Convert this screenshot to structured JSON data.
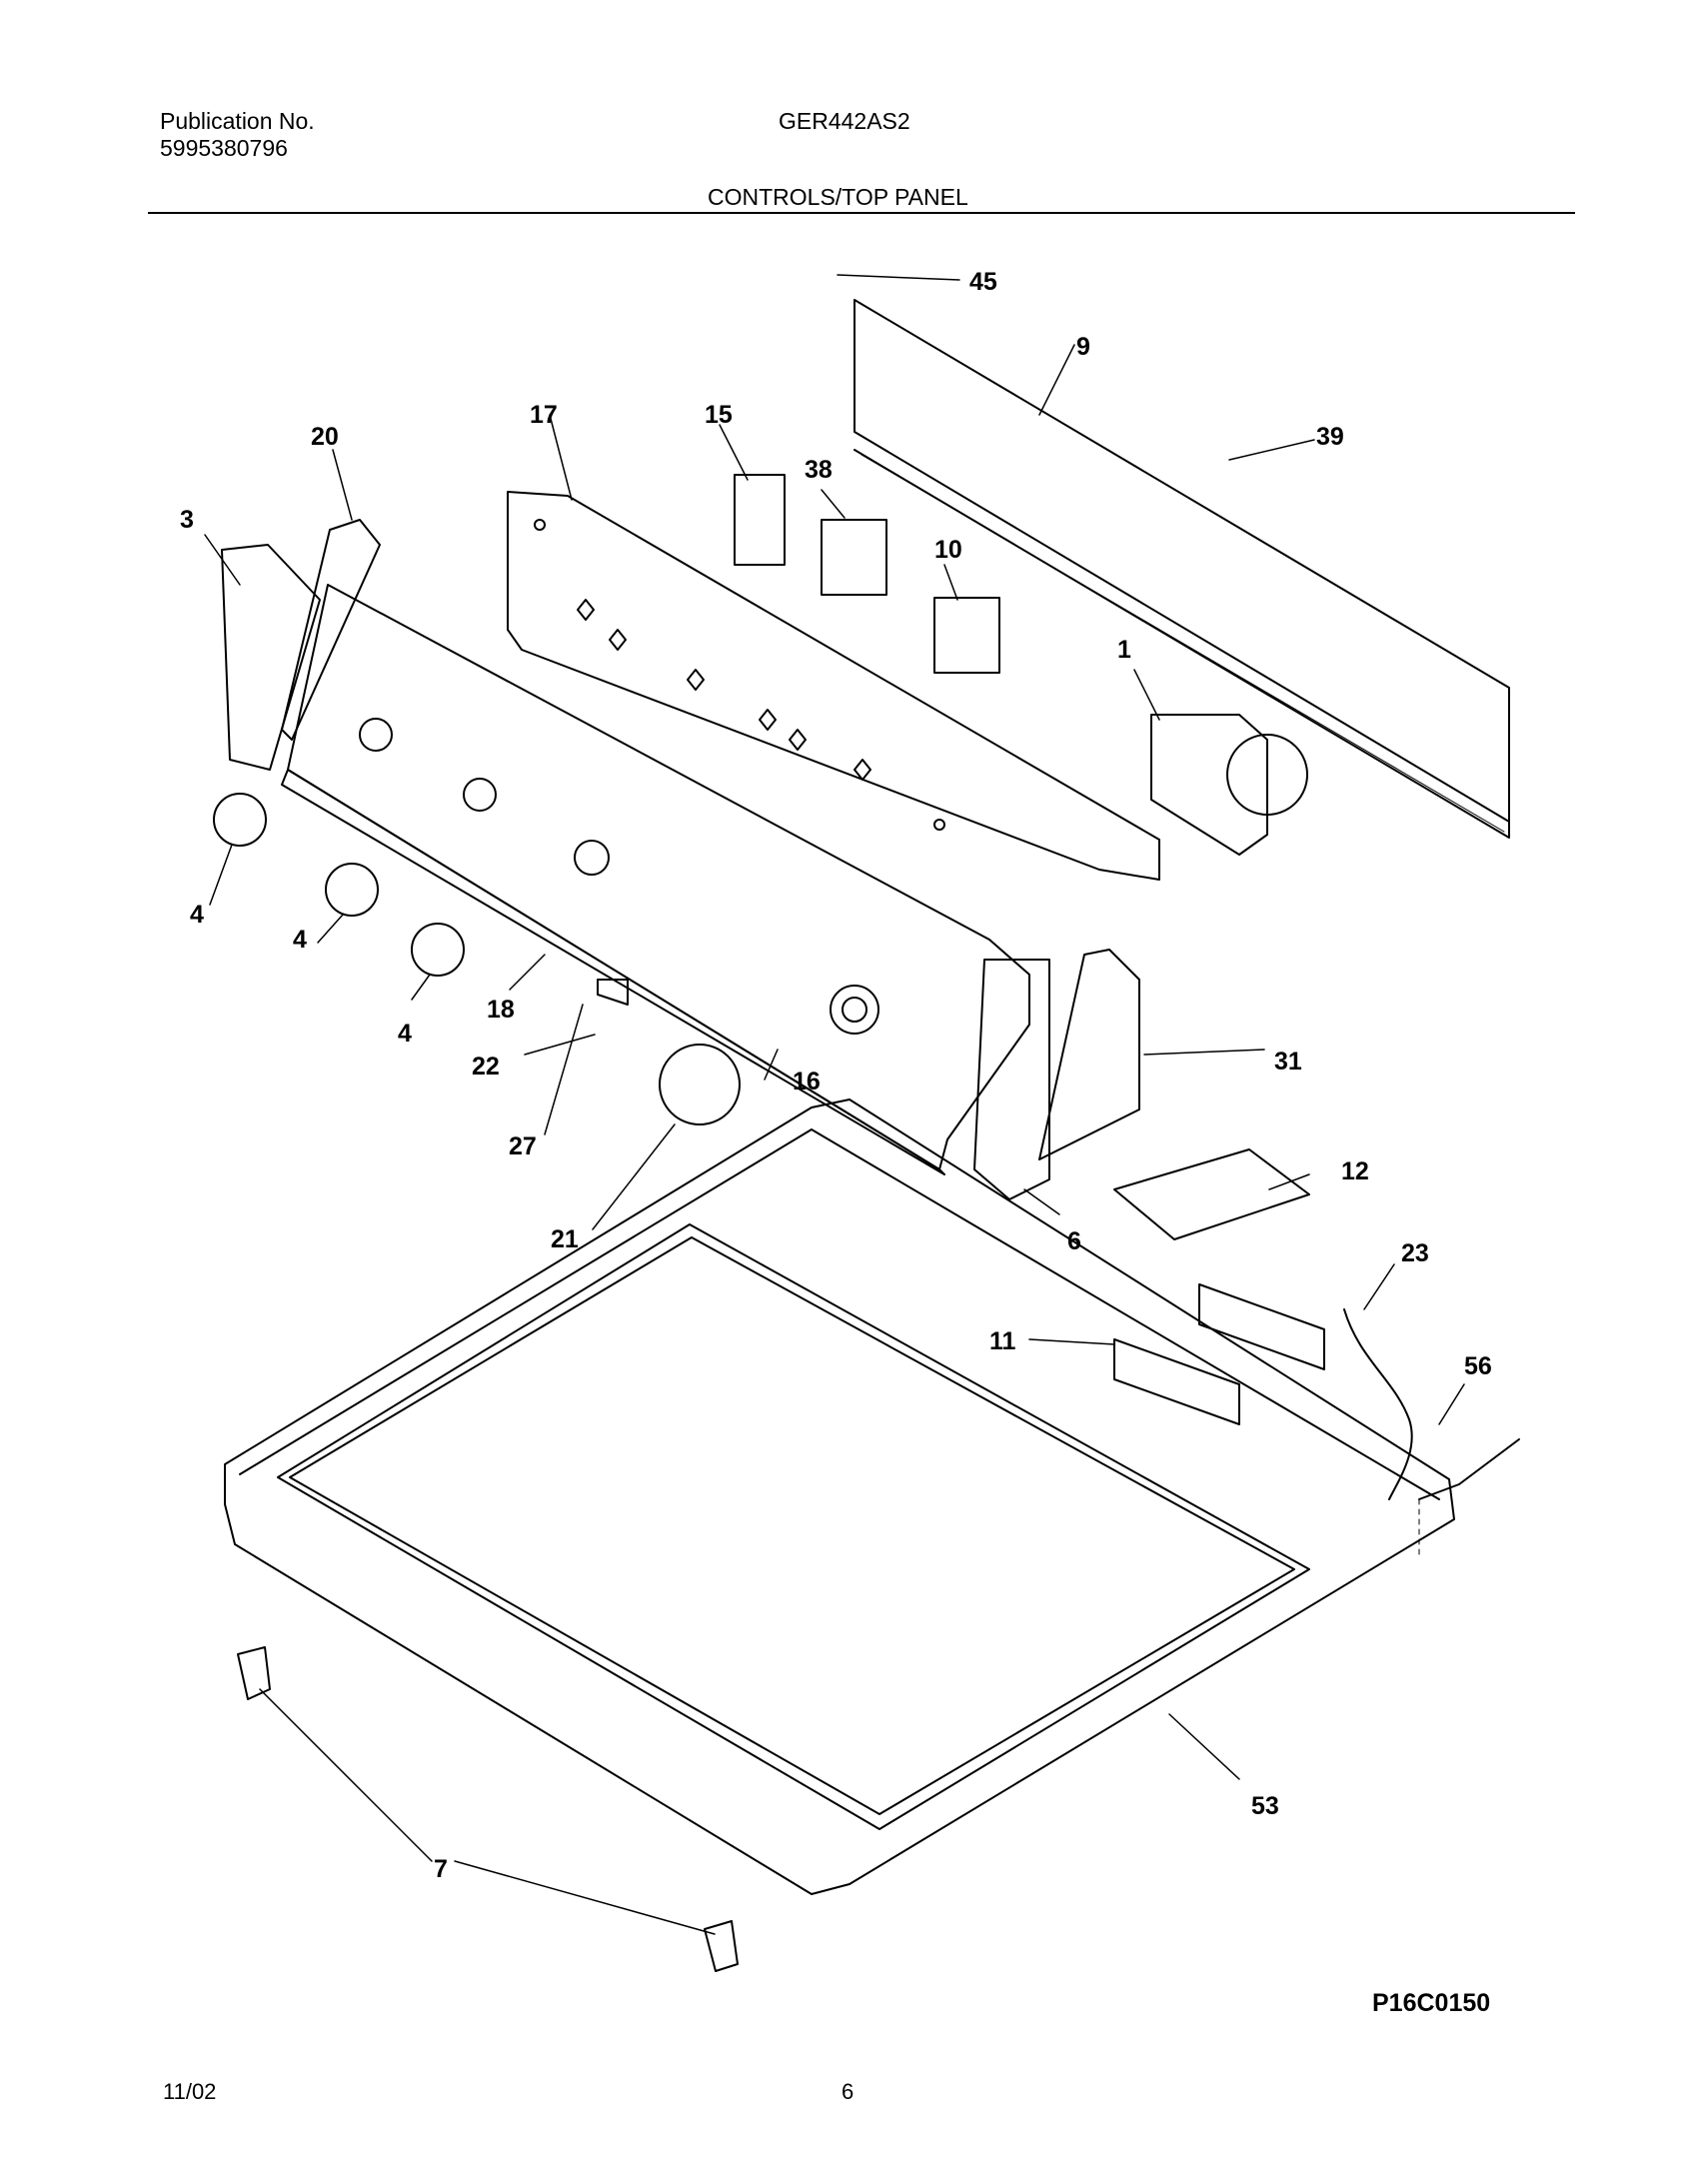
{
  "header": {
    "publication_label": "Publication No.",
    "publication_number": "5995380796",
    "model": "GER442AS2",
    "section_title": "CONTROLS/TOP PANEL"
  },
  "diagram": {
    "callouts": {
      "c45": "45",
      "c9": "9",
      "c39": "39",
      "c20": "20",
      "c17": "17",
      "c15": "15",
      "c38": "38",
      "c10": "10",
      "c3": "3",
      "c1": "1",
      "c4a": "4",
      "c4b": "4",
      "c4c": "4",
      "c18": "18",
      "c22": "22",
      "c27": "27",
      "c16": "16",
      "c21": "21",
      "c31": "31",
      "c12": "12",
      "c6": "6",
      "c23": "23",
      "c11": "11",
      "c56": "56",
      "c53": "53",
      "c7": "7"
    },
    "drawing_code": "P16C0150"
  },
  "footer": {
    "date": "11/02",
    "page": "6"
  }
}
